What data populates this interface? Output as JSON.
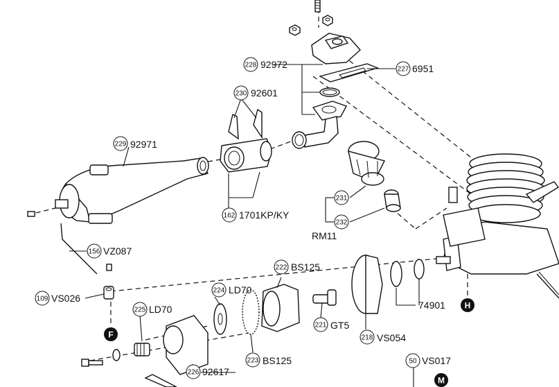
{
  "callouts": {
    "c228": {
      "ref": "228",
      "code": "92972"
    },
    "c227": {
      "ref": "227",
      "code": "6951"
    },
    "c230": {
      "ref": "230",
      "code": "92601"
    },
    "c229": {
      "ref": "229",
      "code": "92971"
    },
    "c231": {
      "ref": "231",
      "code": ""
    },
    "c232": {
      "ref": "232",
      "code": ""
    },
    "c162": {
      "ref": "162",
      "code": "1701KP/KY"
    },
    "c156": {
      "ref": "156",
      "code": "VZ087"
    },
    "c109": {
      "ref": "109",
      "code": "VS026"
    },
    "c222": {
      "ref": "222",
      "code": "BS125"
    },
    "c224": {
      "ref": "224",
      "code": "LD70"
    },
    "c225": {
      "ref": "225",
      "code": "LD70"
    },
    "c221": {
      "ref": "221",
      "code": "GT5"
    },
    "c218": {
      "ref": "218",
      "code": "VS054"
    },
    "c223": {
      "ref": "223",
      "code": "BS125"
    },
    "c226": {
      "ref": "226",
      "code": "92617"
    },
    "c50": {
      "ref": "50",
      "code": "VS017"
    }
  },
  "labels": {
    "rm11": "RM11",
    "part74901": "74901"
  },
  "markers": {
    "H": "H",
    "F": "F",
    "M": "M"
  }
}
